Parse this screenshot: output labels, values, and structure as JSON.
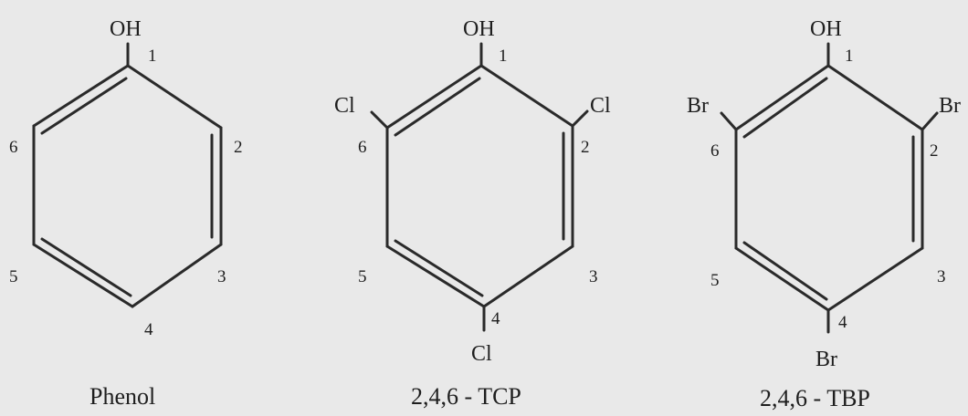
{
  "molecules": [
    {
      "name": "Phenol",
      "top_group": "OH",
      "positions": [
        "1",
        "2",
        "3",
        "4",
        "5",
        "6"
      ]
    },
    {
      "name": "2,4,6 - TCP",
      "top_group": "OH",
      "left_group": "Cl",
      "right_group": "Cl",
      "bottom_group": "Cl",
      "positions": [
        "1",
        "2",
        "3",
        "4",
        "5",
        "6"
      ]
    },
    {
      "name": "2,4,6 - TBP",
      "top_group": "OH",
      "left_group": "Br",
      "right_group": "Br",
      "bottom_group": "Br",
      "positions": [
        "1",
        "2",
        "3",
        "4",
        "5",
        "6"
      ]
    }
  ]
}
